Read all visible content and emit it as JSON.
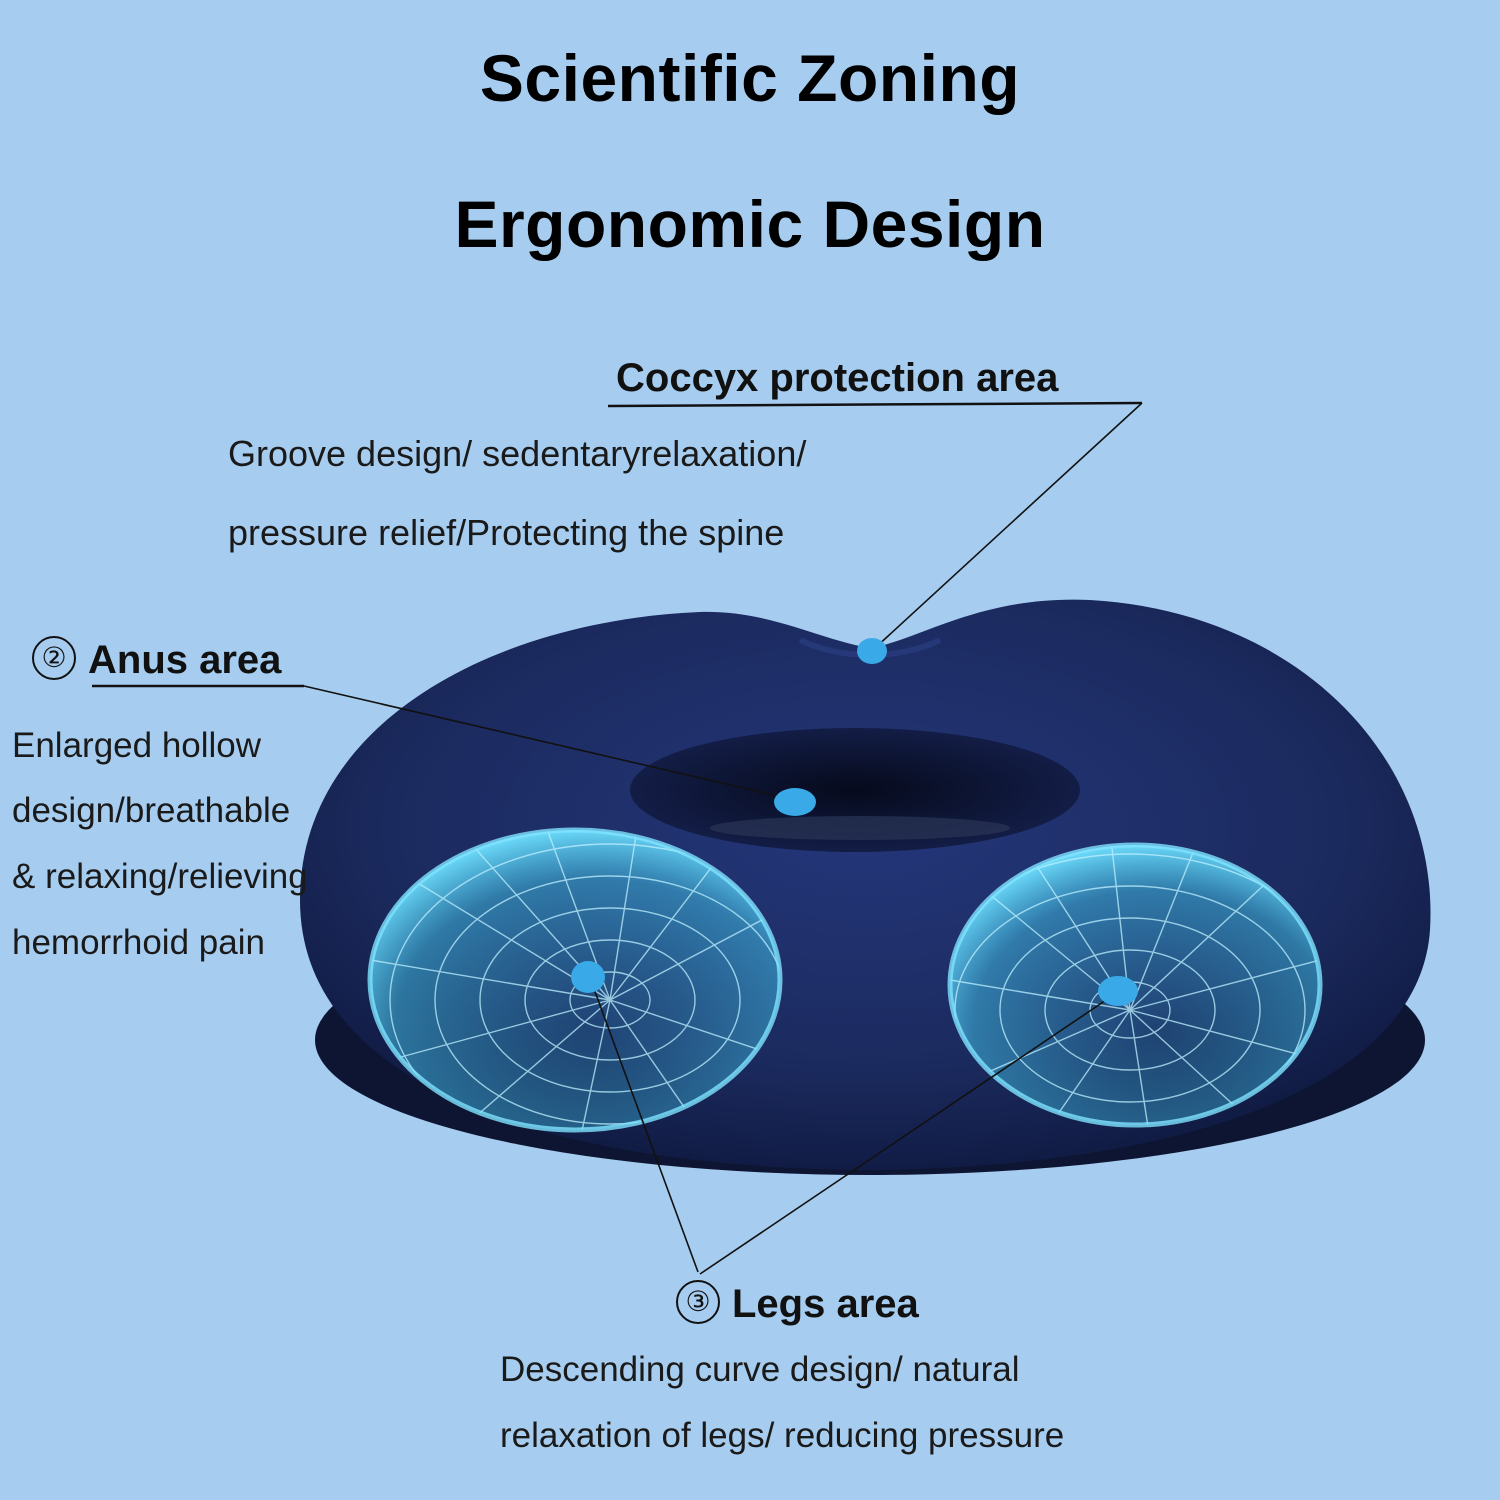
{
  "titles": {
    "line1": "Scientific Zoning",
    "line2": "Ergonomic Design"
  },
  "coccyx": {
    "heading": "Coccyx protection area",
    "lines": [
      "Groove design/ sedentaryrelaxation/",
      "pressure relief/Protecting the spine"
    ]
  },
  "anus": {
    "number": "②",
    "heading": "Anus area",
    "lines": [
      "Enlarged hollow",
      "design/breathable",
      "& relaxing/relieving",
      "hemorrhoid pain"
    ]
  },
  "legs": {
    "number": "③",
    "heading": "Legs area",
    "lines": [
      "Descending curve design/ natural",
      "relaxation of legs/ reducing pressure"
    ]
  },
  "colors": {
    "background": "#a6cdf0",
    "cushion": "#1b2a5e",
    "marker": "#3aa9e8",
    "zone_glow": "#3fc4ea"
  }
}
